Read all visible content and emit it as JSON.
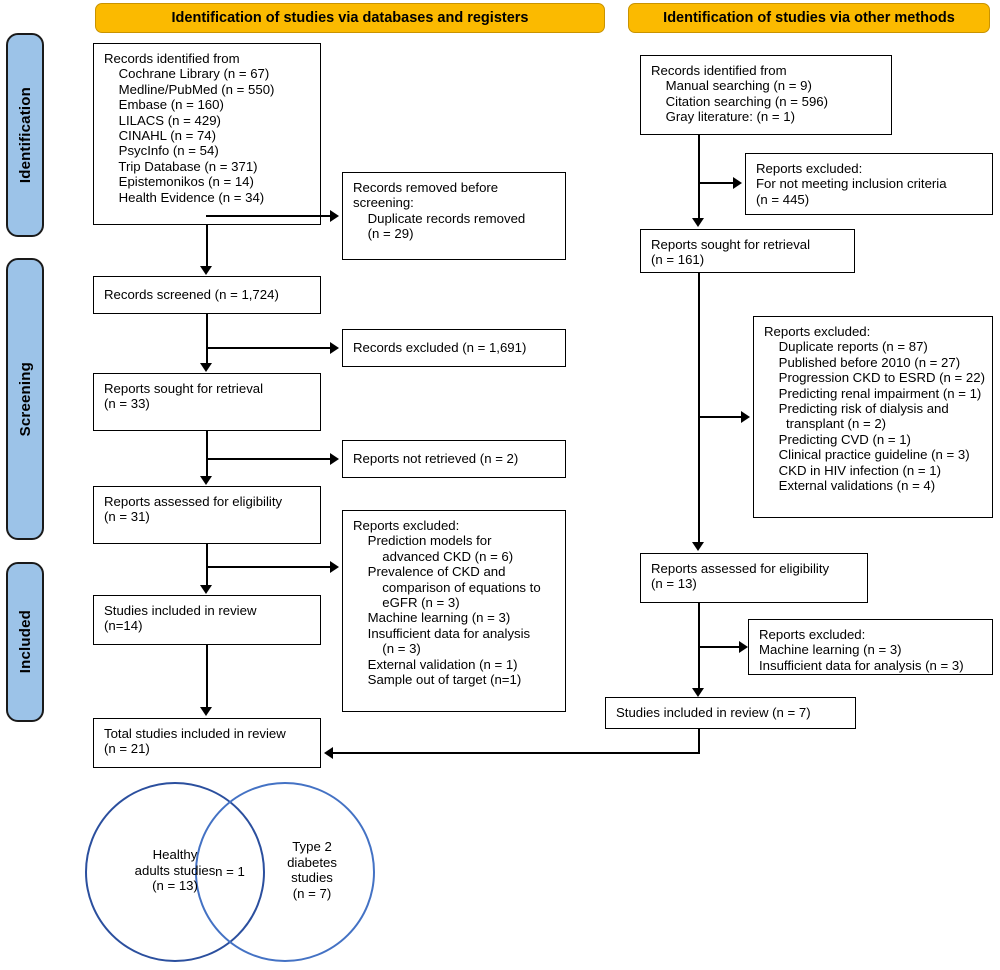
{
  "diagram": {
    "type": "prisma-flow-diagram",
    "headers": {
      "left": "Identification of studies via databases and registers",
      "right": "Identification of studies via other methods"
    },
    "stages": [
      {
        "label": "Identification"
      },
      {
        "label": "Screening"
      },
      {
        "label": "Included"
      }
    ],
    "colors": {
      "header_orange": "#FBBA00",
      "stage_blue": "#9CC3E8",
      "venn_left": "#2B4F9E",
      "venn_right": "#4472C4",
      "line": "#000000"
    },
    "left_column": {
      "identified": "Records identified from\n    Cochrane Library (n = 67)\n    Medline/PubMed (n = 550)\n    Embase (n = 160)\n    LILACS (n = 429)\n    CINAHL (n = 74)\n    PsycInfo (n = 54)\n    Trip Database (n = 371)\n    Epistemonikos (n = 14)\n    Health Evidence (n = 34)",
      "removed": "Records removed before\nscreening:\n    Duplicate records removed\n    (n = 29)",
      "screened": "Records screened (n = 1,724)",
      "records_excluded": "Records excluded (n = 1,691)",
      "sought": "Reports sought for retrieval\n(n = 33)",
      "not_retrieved": "Reports not retrieved (n = 2)",
      "assessed": "Reports assessed for eligibility\n(n = 31)",
      "reports_excluded": "Reports excluded:\n    Prediction models for\n        advanced CKD (n = 6)\n    Prevalence of CKD and\n        comparison of equations to\n        eGFR (n = 3)\n    Machine learning (n = 3)\n    Insufficient data for analysis\n        (n = 3)\n    External validation (n = 1)\n    Sample out of target (n=1)",
      "included": "Studies included in review\n(n=14)",
      "total_included": "Total studies included in review\n(n = 21)"
    },
    "right_column": {
      "identified": "Records identified from\n    Manual searching (n = 9)\n    Citation searching (n = 596)\n    Gray literature: (n = 1)",
      "excluded_criteria": "Reports excluded:\nFor not meeting inclusion criteria\n(n = 445)",
      "sought": "Reports sought for retrieval\n(n = 161)",
      "reports_excluded": "Reports excluded:\n    Duplicate reports (n = 87)\n    Published before 2010 (n = 27)\n    Progression CKD to ESRD (n = 22)\n    Predicting renal impairment (n = 1)\n    Predicting risk of dialysis and\n      transplant (n = 2)\n    Predicting CVD (n = 1)\n    Clinical practice guideline (n = 3)\n    CKD in HIV infection (n = 1)\n    External validations (n = 4)",
      "assessed": "Reports assessed for eligibility\n(n = 13)",
      "excluded_2": "Reports excluded:\nMachine learning (n = 3)\nInsufficient data for analysis (n = 3)",
      "included": "Studies included in review (n = 7)"
    },
    "venn": {
      "left_label": "Healthy\nadults studies\n(n = 13)",
      "overlap_label": "n = 1",
      "right_label": "Type 2\ndiabetes\nstudies\n(n = 7)"
    }
  }
}
